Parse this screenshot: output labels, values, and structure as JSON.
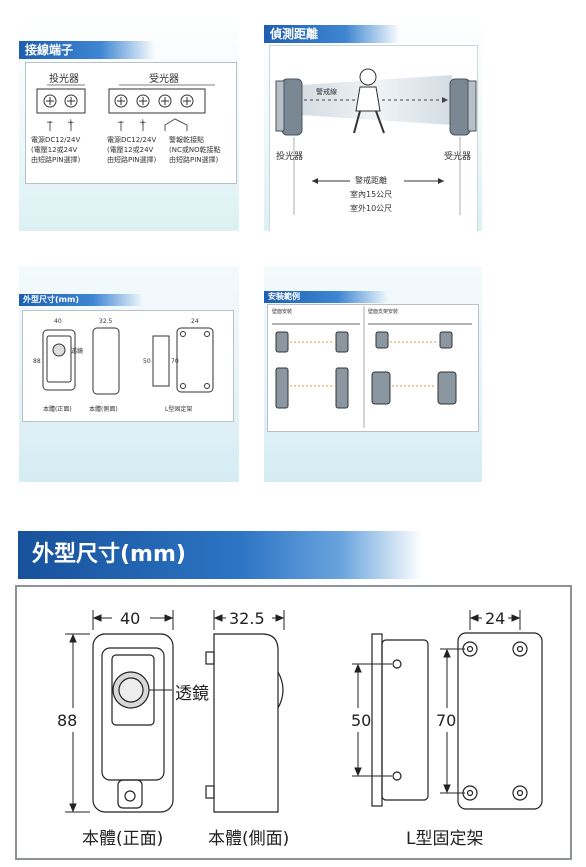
{
  "panel_wiring": {
    "title": "接線端子",
    "emitter_label": "投光器",
    "receiver_label": "受光器",
    "minus": "−",
    "plus": "+",
    "emitter_note": [
      "電源DC12/24V",
      "(電壓12或24V",
      "由短路PIN選擇)"
    ],
    "receiver_note": [
      "電源DC12/24V",
      "(電壓12或24V",
      "由短路PIN選擇)"
    ],
    "alarm_note": [
      "警報乾接點",
      "(NC或NO乾接點",
      "由短路PIN選擇)"
    ]
  },
  "panel_detection": {
    "title": "偵測距離",
    "beam_label": "警戒線",
    "emitter_label": "投光器",
    "receiver_label": "受光器",
    "distance_label": "警戒距離",
    "indoor": "室內15公尺",
    "outdoor": "室外10公尺"
  },
  "panel_dimensions_small": {
    "title": "外型尺寸(mm)",
    "w40": "40",
    "w32": "32.5",
    "w24": "24",
    "h88": "88",
    "h50": "50",
    "h70": "70",
    "lens": "透鏡",
    "front": "本體(正面)",
    "side": "本體(側面)",
    "bracket": "L型固定架"
  },
  "panel_install": {
    "title": "安裝範例",
    "wall": "壁面安裝",
    "bracket": "壁面支架安裝"
  },
  "main_dimensions": {
    "title": "外型尺寸(mm)",
    "w40": "40",
    "w32": "32.5",
    "w24": "24",
    "h88": "88",
    "h50": "50",
    "h70": "70",
    "lens": "透鏡",
    "front": "本體(正面)",
    "side": "本體(側面)",
    "bracket": "L型固定架"
  }
}
